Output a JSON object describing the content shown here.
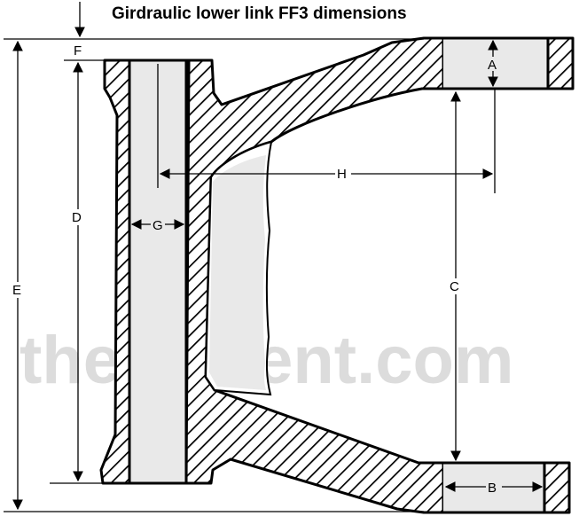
{
  "title": "Girdraulic lower link FF3 dimensions",
  "watermark": "thevincent.com",
  "labels": {
    "a": "A",
    "b": "B",
    "c": "C",
    "d": "D",
    "e": "E",
    "f": "F",
    "g": "G",
    "h": "H"
  },
  "colors": {
    "line": "#000000",
    "bore_fill": "#e9e9e9",
    "watermark": "#dcdcdc"
  }
}
